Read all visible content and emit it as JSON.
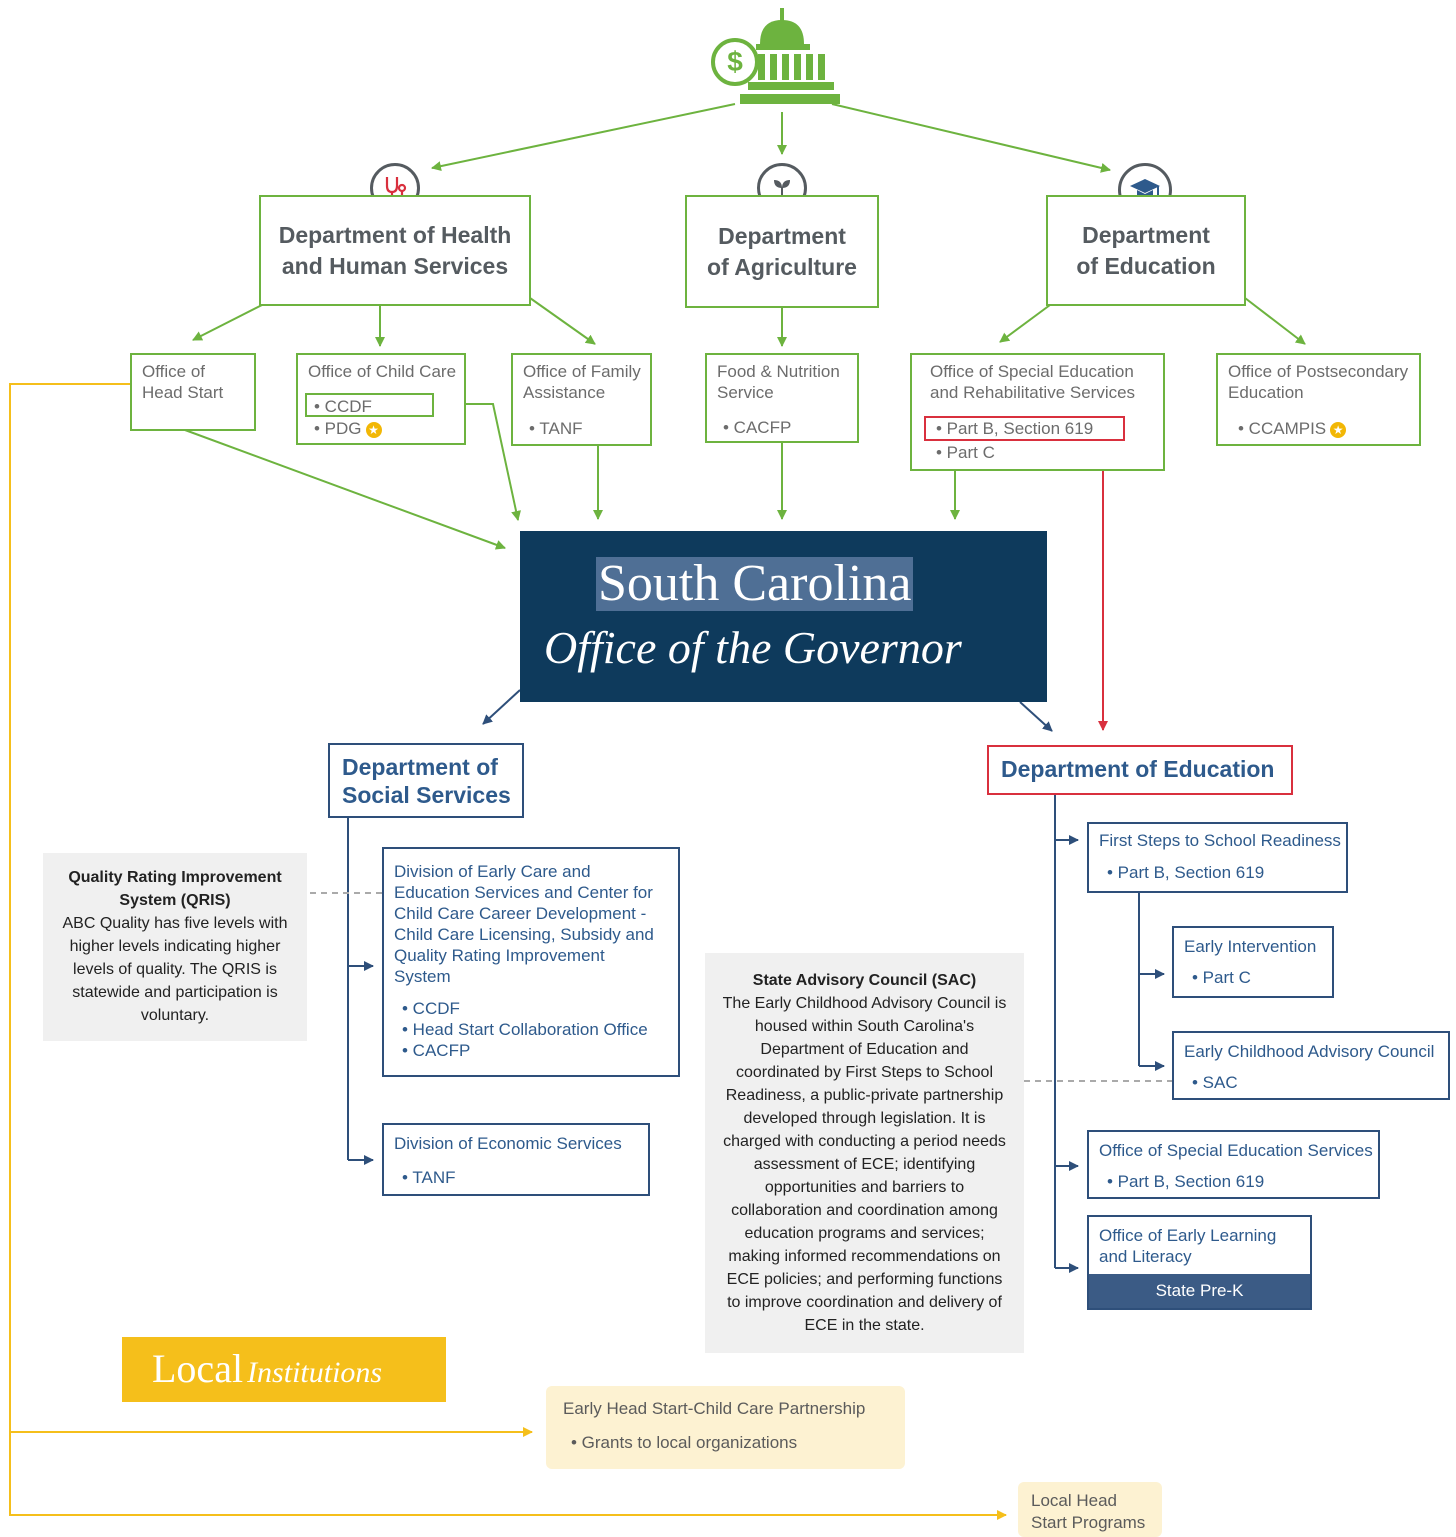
{
  "top_icon": {
    "name": "state-capitol-funding-icon",
    "symbol": "$"
  },
  "federal": {
    "hhs": {
      "title_line1": "Department of Health",
      "title_line2": "and Human Services",
      "icon": "stethoscope-icon"
    },
    "agriculture": {
      "title_line1": "Department",
      "title_line2": "of Agriculture",
      "icon": "sprout-icon"
    },
    "education": {
      "title_line1": "Department",
      "title_line2": "of Education",
      "icon": "graduation-cap-icon"
    }
  },
  "offices": {
    "head_start": {
      "line1": "Office of",
      "line2": "Head Start"
    },
    "child_care": {
      "title": "Office of Child Care",
      "items": [
        "• CCDF",
        "• PDG"
      ]
    },
    "family_assistance": {
      "line1": "Office of Family",
      "line2": "Assistance",
      "items": [
        "• TANF"
      ]
    },
    "food_nutrition": {
      "line1": "Food & Nutrition",
      "line2": "Service",
      "items": [
        "• CACFP"
      ]
    },
    "special_ed": {
      "line1": "Office of Special Education",
      "line2": "and Rehabilitative Services",
      "items": [
        "• Part B, Section 619",
        "• Part C"
      ]
    },
    "postsecondary": {
      "line1": "Office of Postsecondary",
      "line2": "Education",
      "items": [
        "• CCAMPIS"
      ]
    }
  },
  "governor": {
    "title": "South Carolina",
    "subtitle": "Office of the Governor"
  },
  "dss": {
    "title_line1": "Department of",
    "title_line2": "Social Services",
    "early_care": {
      "lines": [
        "Division of Early Care and",
        "Education Services and Center for",
        "Child Care Career Development -",
        "Child Care Licensing, Subsidy and",
        "Quality Rating Improvement",
        "System"
      ],
      "items": [
        "• CCDF",
        "• Head Start Collaboration Office",
        "• CACFP"
      ]
    },
    "economic": {
      "title": "Division of Economic Services",
      "items": [
        "• TANF"
      ]
    }
  },
  "qris": {
    "title_line1": "Quality Rating Improvement",
    "title_line2": "System (QRIS)",
    "body": [
      "ABC Quality has five levels with",
      "higher levels indicating higher",
      "levels of quality. The QRIS is",
      "statewide and participation is",
      "voluntary."
    ]
  },
  "sac": {
    "title": "State Advisory Council (SAC)",
    "body": [
      "The Early Childhood Advisory Council is",
      "housed within South Carolina's",
      "Department of Education and",
      "coordinated by First Steps to School",
      "Readiness, a public-private partnership",
      "developed through legislation. It is",
      "charged with conducting a period needs",
      "assessment of ECE; identifying",
      "opportunities and barriers to",
      "collaboration and coordination among",
      "education programs and services;",
      "making informed recommendations on",
      "ECE policies; and performing functions",
      "to improve coordination and delivery of",
      "ECE in the state."
    ]
  },
  "state_doe": {
    "title": "Department of Education",
    "first_steps": {
      "title": "First Steps to School Readiness",
      "item": "• Part B, Section 619"
    },
    "early_intervention": {
      "title": "Early Intervention",
      "item": "• Part C"
    },
    "ecac": {
      "title": "Early Childhood Advisory Council",
      "item": "• SAC"
    },
    "special_ed_services": {
      "title": "Office of Special Education Services",
      "item": "• Part B, Section 619"
    },
    "early_learning": {
      "line1": "Office of Early Learning",
      "line2": "and Literacy",
      "band": "State Pre-K"
    }
  },
  "local": {
    "banner_word1": "Local",
    "banner_word2": "Institutions",
    "ehs": {
      "title": "Early Head Start-Child Care Partnership",
      "item": "• Grants to local organizations"
    },
    "head_start": {
      "line1": "Local Head",
      "line2": "Start Programs"
    }
  },
  "colors": {
    "green": "#6db33f",
    "navy": "#0e3a5c",
    "blue": "#2e4f7a",
    "red": "#d9303e",
    "yellow": "#f5bf1b",
    "cream": "#fdf2d2"
  }
}
